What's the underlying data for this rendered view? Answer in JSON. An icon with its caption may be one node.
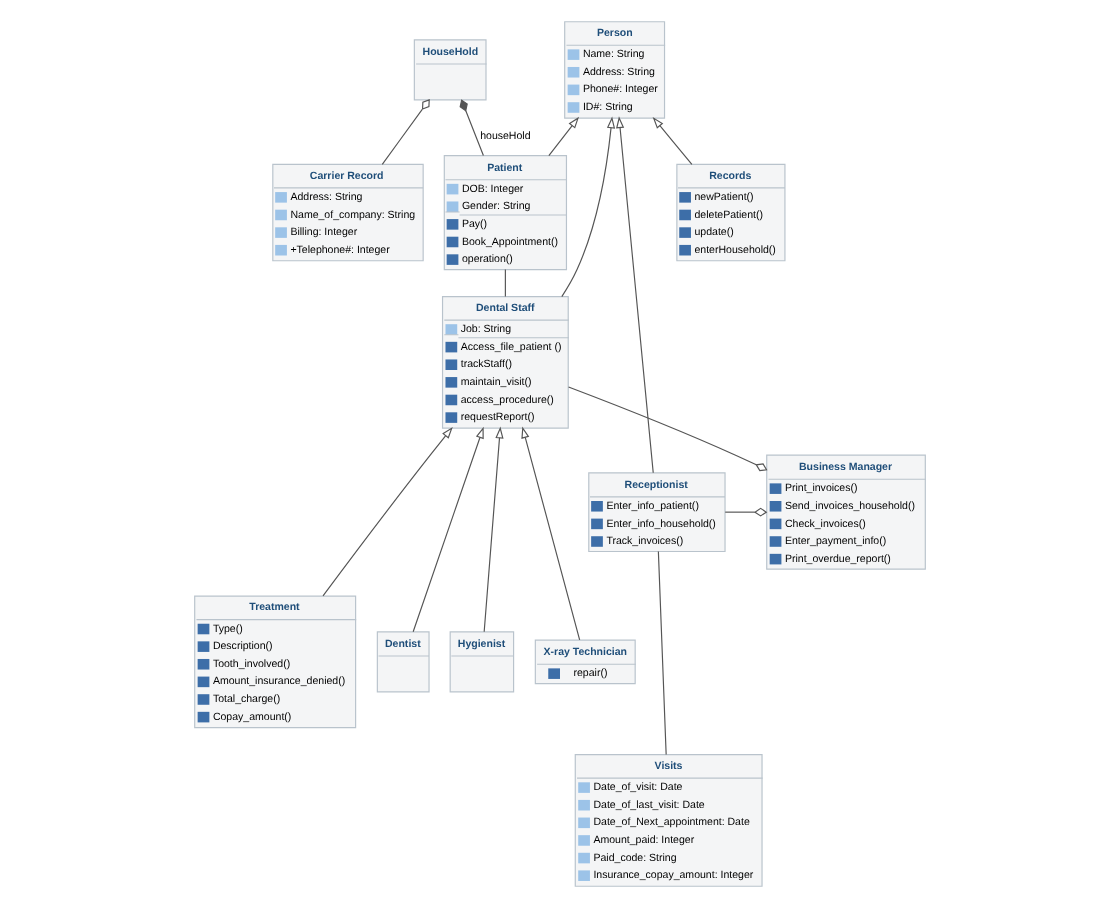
{
  "diagram": {
    "nodes": [
      {
        "text": [
          "HouseHold"
        ]
      },
      {
        "text": [
          "Person",
          "Name: String",
          "Address: String",
          "Phone#: Integer",
          "ID#: String"
        ]
      },
      {
        "text": [
          "Patient",
          "DOB: Integer",
          "Gender: String",
          "Pay()",
          "Book_Appointment()",
          "operation()"
        ]
      },
      {
        "text": [
          "Carrier Record",
          "Address: String",
          "Name_of_company: String",
          "Billing: Integer",
          "+Telephone#: Integer"
        ]
      },
      {
        "text": [
          "Records",
          "newPatient()",
          "deletePatient()",
          "update()",
          "enterHousehold()"
        ]
      },
      {
        "text": [
          "Dental Staff",
          "Job: String",
          "Access_file_patient ()",
          "trackStaff()",
          "maintain_visit()",
          "access_procedure()",
          "requestReport()"
        ]
      },
      {
        "text": [
          "Receptionist",
          "Enter_info_patient()",
          "Enter_info_household()",
          "Track_invoices()"
        ]
      },
      {
        "text": [
          "Business Manager",
          "Print_invoices()",
          "Send_invoices_household()",
          "Check_invoices()",
          "Enter_payment_info()",
          "Print_overdue_report()"
        ]
      },
      {
        "text": [
          "Treatment",
          "Type()",
          "Description()",
          "Tooth_involved()",
          "Amount_insurance_denied()",
          "Total_charge()",
          "Copay_amount()"
        ]
      },
      {
        "text": [
          "Dentist"
        ]
      },
      {
        "text": [
          "Hygienist"
        ]
      },
      {
        "text": [
          "X-ray Technician",
          "repair()"
        ]
      },
      {
        "text": [
          "Visits",
          "Date_of_visit: Date",
          "Date_of_last_visit: Date",
          "Date_of_Next_appointment: Date",
          "Amount_paid: Integer",
          "Paid_code: String",
          "Insurance_copay_amount: Integer"
        ]
      }
    ],
    "edges": [
      {
        "from": 2,
        "to": 0,
        "arrow": "other",
        "label": "houseHold"
      },
      {
        "from": 3,
        "to": 0,
        "arrow": "other"
      },
      {
        "from": 2,
        "to": 1,
        "arrow": "to"
      },
      {
        "from": 6,
        "to": 1,
        "arrow": "to"
      },
      {
        "from": 5,
        "to": 1,
        "arrow": "to"
      },
      {
        "from": 4,
        "to": 1,
        "arrow": "to"
      },
      {
        "from": 5,
        "to": 2,
        "arrow": "none"
      },
      {
        "from": 12,
        "to": 6,
        "arrow": "none"
      },
      {
        "from": 8,
        "to": 5,
        "arrow": "to"
      },
      {
        "from": 9,
        "to": 5,
        "arrow": "to"
      },
      {
        "from": 10,
        "to": 5,
        "arrow": "to"
      },
      {
        "from": 11,
        "to": 5,
        "arrow": "to"
      },
      {
        "from": 6,
        "to": 7,
        "arrow": "other"
      },
      {
        "from": 7,
        "to": 5,
        "arrow": "other"
      }
    ]
  }
}
